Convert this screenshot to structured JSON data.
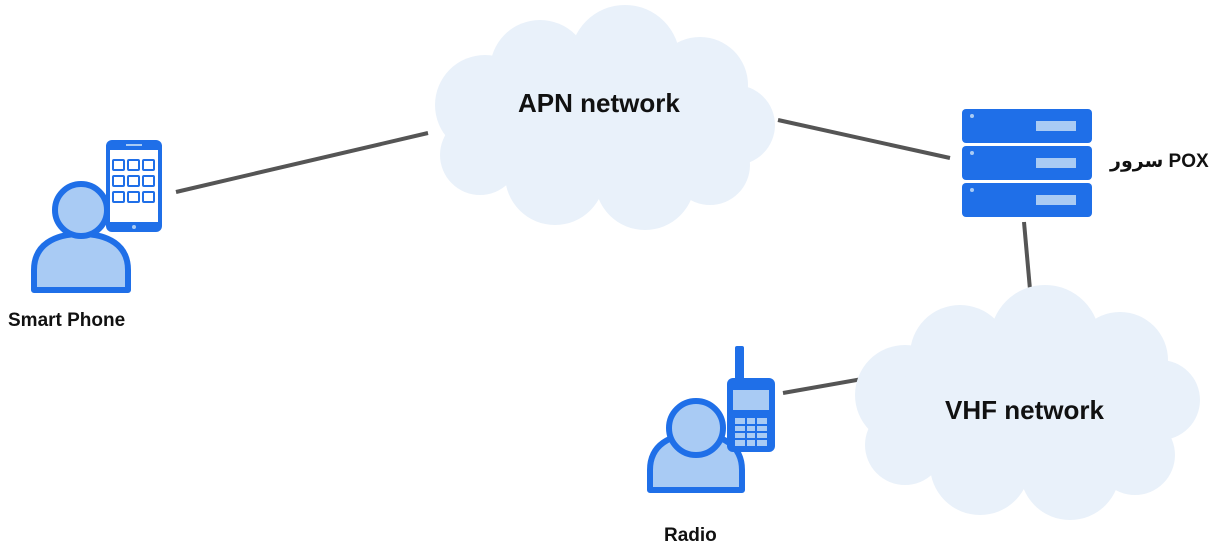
{
  "diagram": {
    "nodes": {
      "smartphone": {
        "label": "Smart Phone",
        "icon": "user-with-smartphone-icon"
      },
      "radio": {
        "label": "Radio",
        "icon": "user-with-radio-icon"
      },
      "server": {
        "label": "سرور POX",
        "icon": "server-rack-icon"
      }
    },
    "clouds": {
      "apn": {
        "label": "APN network",
        "icon": "cloud-icon"
      },
      "vhf": {
        "label": "VHF network",
        "icon": "cloud-icon"
      }
    },
    "edges": [
      {
        "from": "smartphone",
        "to": "apn"
      },
      {
        "from": "apn",
        "to": "server"
      },
      {
        "from": "server",
        "to": "vhf"
      },
      {
        "from": "radio",
        "to": "vhf"
      }
    ]
  },
  "colors": {
    "accent_blue": "#1f6fe8",
    "light_blue": "#a9cbf4",
    "cloud_fill": "#e9f1fa",
    "line": "#555555",
    "text": "#111111"
  }
}
